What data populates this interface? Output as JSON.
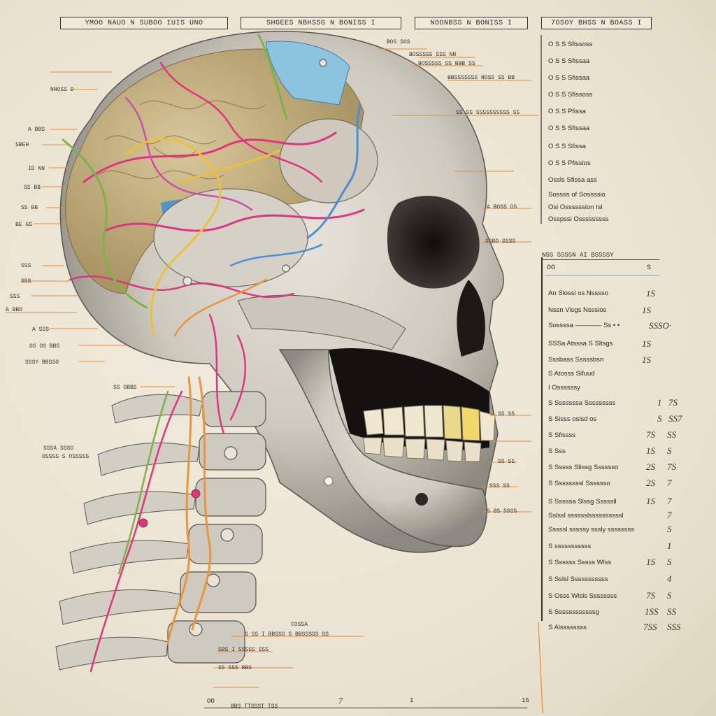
{
  "header": {
    "boxes": [
      "YMOO NAUO N SUBOO IUIS UNO",
      "SHGEES NBHSSG N BONISS I",
      "NOONBSS N BONISS I",
      "7OSOY BHSS N BOASS I"
    ]
  },
  "callouts_left": [
    "NNOSS D",
    "A BBS",
    "SBEH",
    "ID NN",
    "SS BB",
    "SS BB",
    "BE GS",
    "SSS",
    "SSS",
    "SSS",
    "A BBD",
    "A SSS",
    "OS OS BBS",
    "SSSY BBSSO",
    "SS OBBS"
  ],
  "callouts_top": [
    "BOS SOS",
    "BOSSSSS SSS NN",
    "BOSSSSS SS BBB SS",
    "BBSSSSSSS NOSS SS BB",
    "SS SS SSSSSSSSSS SS",
    "A BOSS OS",
    "SSBO SSSS"
  ],
  "callouts_right": [
    "SS SS",
    "SS SS",
    "SSS SS",
    "S BS SSSS"
  ],
  "callouts_bottom": [
    "COSSA",
    "S SS I BBSSS S BBSSSSS SS",
    "SBS I SSSSS SSS",
    "SS SSS BBS",
    "BBS TTSSST TSS"
  ],
  "neck_label": [
    "SSSA SSSO",
    "OSSSS S OSSSSS"
  ],
  "legend_top": {
    "rows": [
      "O S S Sfissoss",
      "O S S Sfissaa",
      "O S S Sfissaa",
      "O S S Sfissoss",
      "O S S Pfissa",
      "O S S Sfissaa",
      "O S S Sfissa",
      "O S S Pfissios",
      "Ossls Sfissa ass",
      "Sossss of Sossssio",
      "Osi Ossssssion Isl",
      "Osspssi Osssssssss"
    ]
  },
  "legend_bottom": {
    "title": "NSS SSSSN AI BSSSSY",
    "head_left": "OO",
    "head_right": "S",
    "rows": [
      {
        "label": "An  Slossi  os  Nsssso",
        "n1": "1S",
        "n2": ""
      },
      {
        "label": "Nssn   Visgs  Nsssios",
        "n1": "1S",
        "n2": ""
      },
      {
        "label": "Sossssa ———— Ss  •  •",
        "n1": "SSSO·",
        "n2": ""
      },
      {
        "label": "SSSa  Atsssa  S  Sltsgs",
        "n1": "1S",
        "n2": ""
      },
      {
        "label": "Sssbass   Sssssbsn",
        "n1": "1S",
        "n2": ""
      },
      {
        "label": "S  Atosss  Sifuud",
        "n1": "",
        "n2": ""
      },
      {
        "label": "I  Ossssssy",
        "n1": "",
        "n2": ""
      },
      {
        "label": "S  Sssssssa  Sssssssss",
        "n1": "1",
        "n2": "7S"
      },
      {
        "label": "S  Sisss  oslsd  os",
        "n1": "S",
        "n2": "SS7"
      },
      {
        "label": "S  Sfissss",
        "n1": "7S",
        "n2": "SS"
      },
      {
        "label": "S  Sss",
        "n1": "1S",
        "n2": "S"
      },
      {
        "label": "S  Sssss  Slissg  Sssssso",
        "n1": "2S",
        "n2": "7S"
      },
      {
        "label": "S  Ssssssssl  Sssssso",
        "n1": "2S",
        "n2": "7"
      },
      {
        "label": "S  Sssssa  Slssg  Sssssll",
        "n1": "1S",
        "n2": "7"
      },
      {
        "label": "Sslssl  sssssslssssssssssl",
        "n1": "",
        "n2": "7"
      },
      {
        "label": "Sssssl  sssssy  sssly  ssssssss",
        "n1": "",
        "n2": "S"
      },
      {
        "label": "S  sssssssssss",
        "n1": "",
        "n2": "1"
      },
      {
        "label": "S  Ssssss  Sssss  Wlss",
        "n1": "1S",
        "n2": "S"
      },
      {
        "label": "S  Sslsl  Sssssssssss",
        "n1": "",
        "n2": "4"
      },
      {
        "label": "S  Osss  Wlsls  Ssssssss",
        "n1": "7S",
        "n2": "S"
      },
      {
        "label": "S  Ssssssssssssg",
        "n1": "1SS",
        "n2": "SS"
      },
      {
        "label": "S  Alssssssss",
        "n1": "7SS",
        "n2": "SSS"
      }
    ]
  },
  "footer": {
    "labels": [
      "OO",
      "7",
      "1",
      "1S"
    ]
  },
  "colors": {
    "bone": "#d9d5cc",
    "bone_shadow": "#8f8a82",
    "magenta": "#e0357e",
    "yellow": "#e9c23a",
    "orange": "#e8953f",
    "green": "#7fb04a",
    "blue": "#4a8fd6",
    "callout_line": "#e48a3c"
  }
}
